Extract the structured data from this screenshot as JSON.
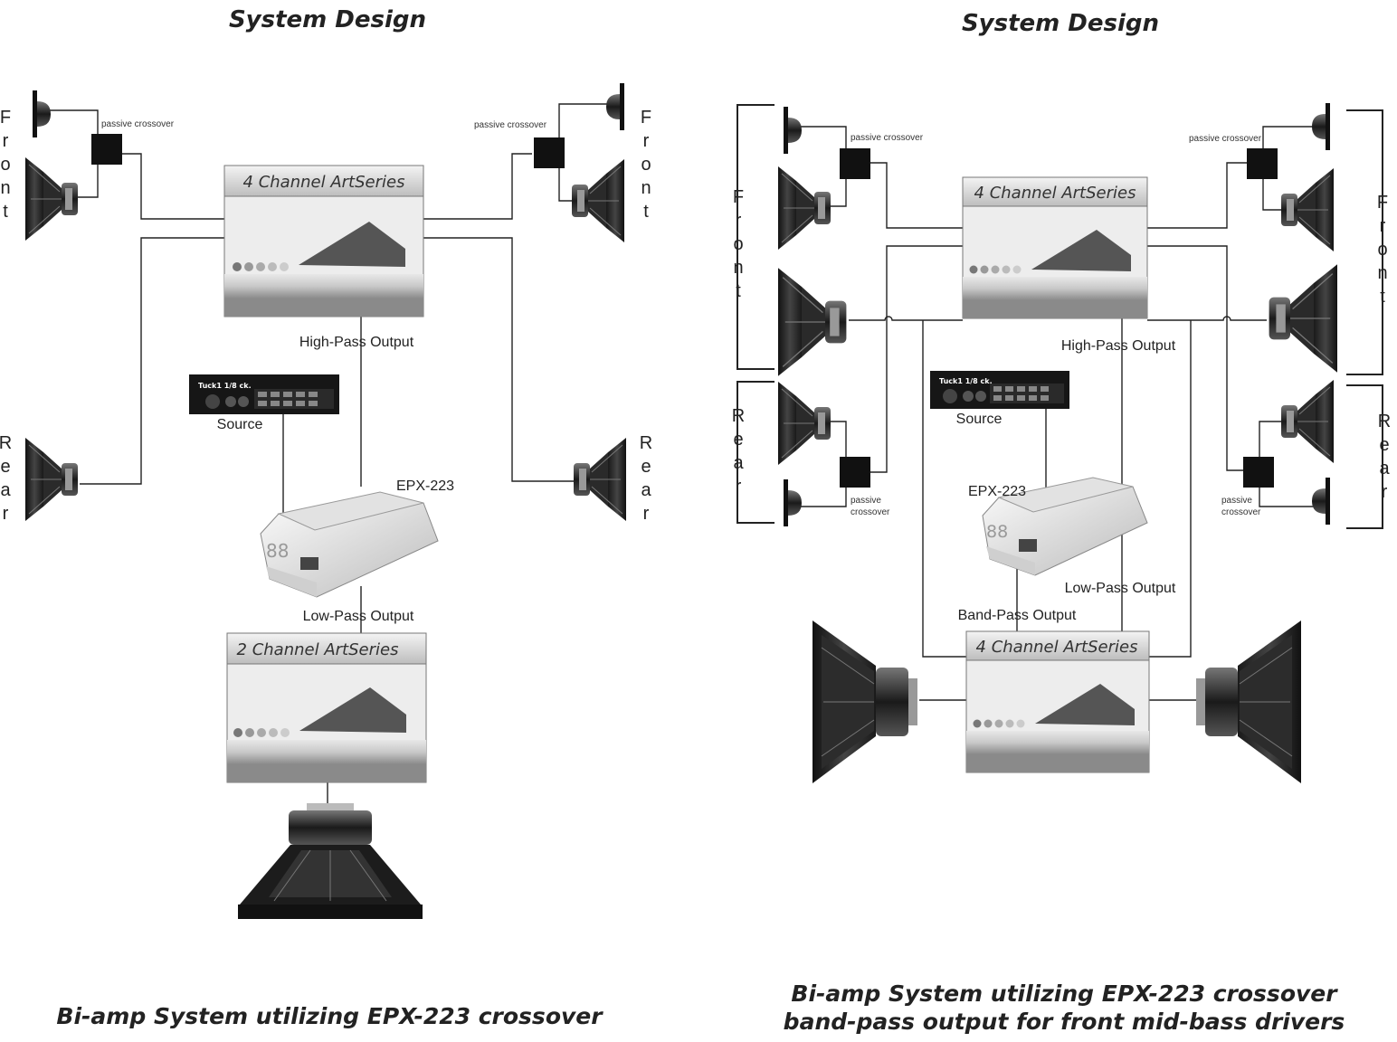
{
  "left_panel": {
    "title": "System Design",
    "caption": "Bi-amp System utilizing EPX-223 crossover",
    "front_label": "Front",
    "rear_label": "Rear",
    "passive_crossover": "passive crossover",
    "amp_4ch": "4 Channel ArtSeries",
    "amp_2ch": "2 Channel ArtSeries",
    "high_pass": "High-Pass Output",
    "low_pass": "Low-Pass Output",
    "source": "Source",
    "epx": "EPX-223",
    "head_unit_text": "Tuck1 1/8 ck."
  },
  "right_panel": {
    "title": "System Design",
    "caption_line1": "Bi-amp System utilizing EPX-223 crossover",
    "caption_line2": "band-pass output for front mid-bass drivers",
    "front_label": "Front",
    "rear_label": "Rear",
    "passive_crossover": "passive crossover",
    "passive_crossover_line1": "passive",
    "passive_crossover_line2": "crossover",
    "amp_4ch_top": "4 Channel ArtSeries",
    "amp_4ch_bottom": "4 Channel ArtSeries",
    "high_pass": "High-Pass Output",
    "low_pass": "Low-Pass Output",
    "band_pass": "Band-Pass Output",
    "source": "Source",
    "epx": "EPX-223",
    "head_unit_text": "Tuck1 1/8 ck."
  }
}
